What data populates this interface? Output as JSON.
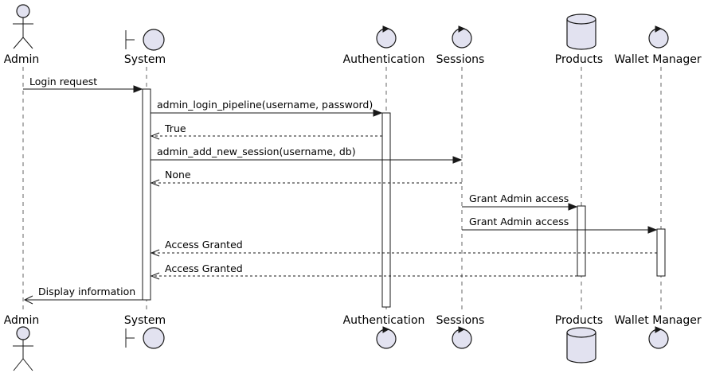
{
  "participants": {
    "admin": {
      "label": "Admin",
      "kind": "actor-icon"
    },
    "system": {
      "label": "System",
      "kind": "boundary-icon"
    },
    "auth": {
      "label": "Authentication",
      "kind": "control-icon"
    },
    "sessions": {
      "label": "Sessions",
      "kind": "control-icon"
    },
    "products": {
      "label": "Products",
      "kind": "database-icon"
    },
    "wallet": {
      "label": "Wallet Manager",
      "kind": "control-icon"
    }
  },
  "messages": {
    "m1": {
      "from": "Admin",
      "to": "System",
      "text": "Login request",
      "style": "sync"
    },
    "m2": {
      "from": "System",
      "to": "Authentication",
      "text": "admin_login_pipeline(username, password)",
      "style": "sync"
    },
    "m3": {
      "from": "Authentication",
      "to": "System",
      "text": "True",
      "style": "return"
    },
    "m4": {
      "from": "System",
      "to": "Sessions",
      "text": "admin_add_new_session(username, db)",
      "style": "sync"
    },
    "m5": {
      "from": "Sessions",
      "to": "System",
      "text": "None",
      "style": "return"
    },
    "m6": {
      "from": "Sessions",
      "to": "Products",
      "text": "Grant Admin access",
      "style": "sync"
    },
    "m7": {
      "from": "Sessions",
      "to": "Wallet Manager",
      "text": "Grant Admin access",
      "style": "sync"
    },
    "m8": {
      "from": "Wallet Manager",
      "to": "System",
      "text": "Access Granted",
      "style": "return"
    },
    "m9": {
      "from": "Products",
      "to": "System",
      "text": "Access Granted",
      "style": "return"
    },
    "m10": {
      "from": "System",
      "to": "Admin",
      "text": "Display information",
      "style": "sync"
    }
  },
  "colors": {
    "participant_fill": "#e2e2f0",
    "stroke": "#181818",
    "lifeline": "#666666",
    "activation_fill": "#ffffff"
  }
}
